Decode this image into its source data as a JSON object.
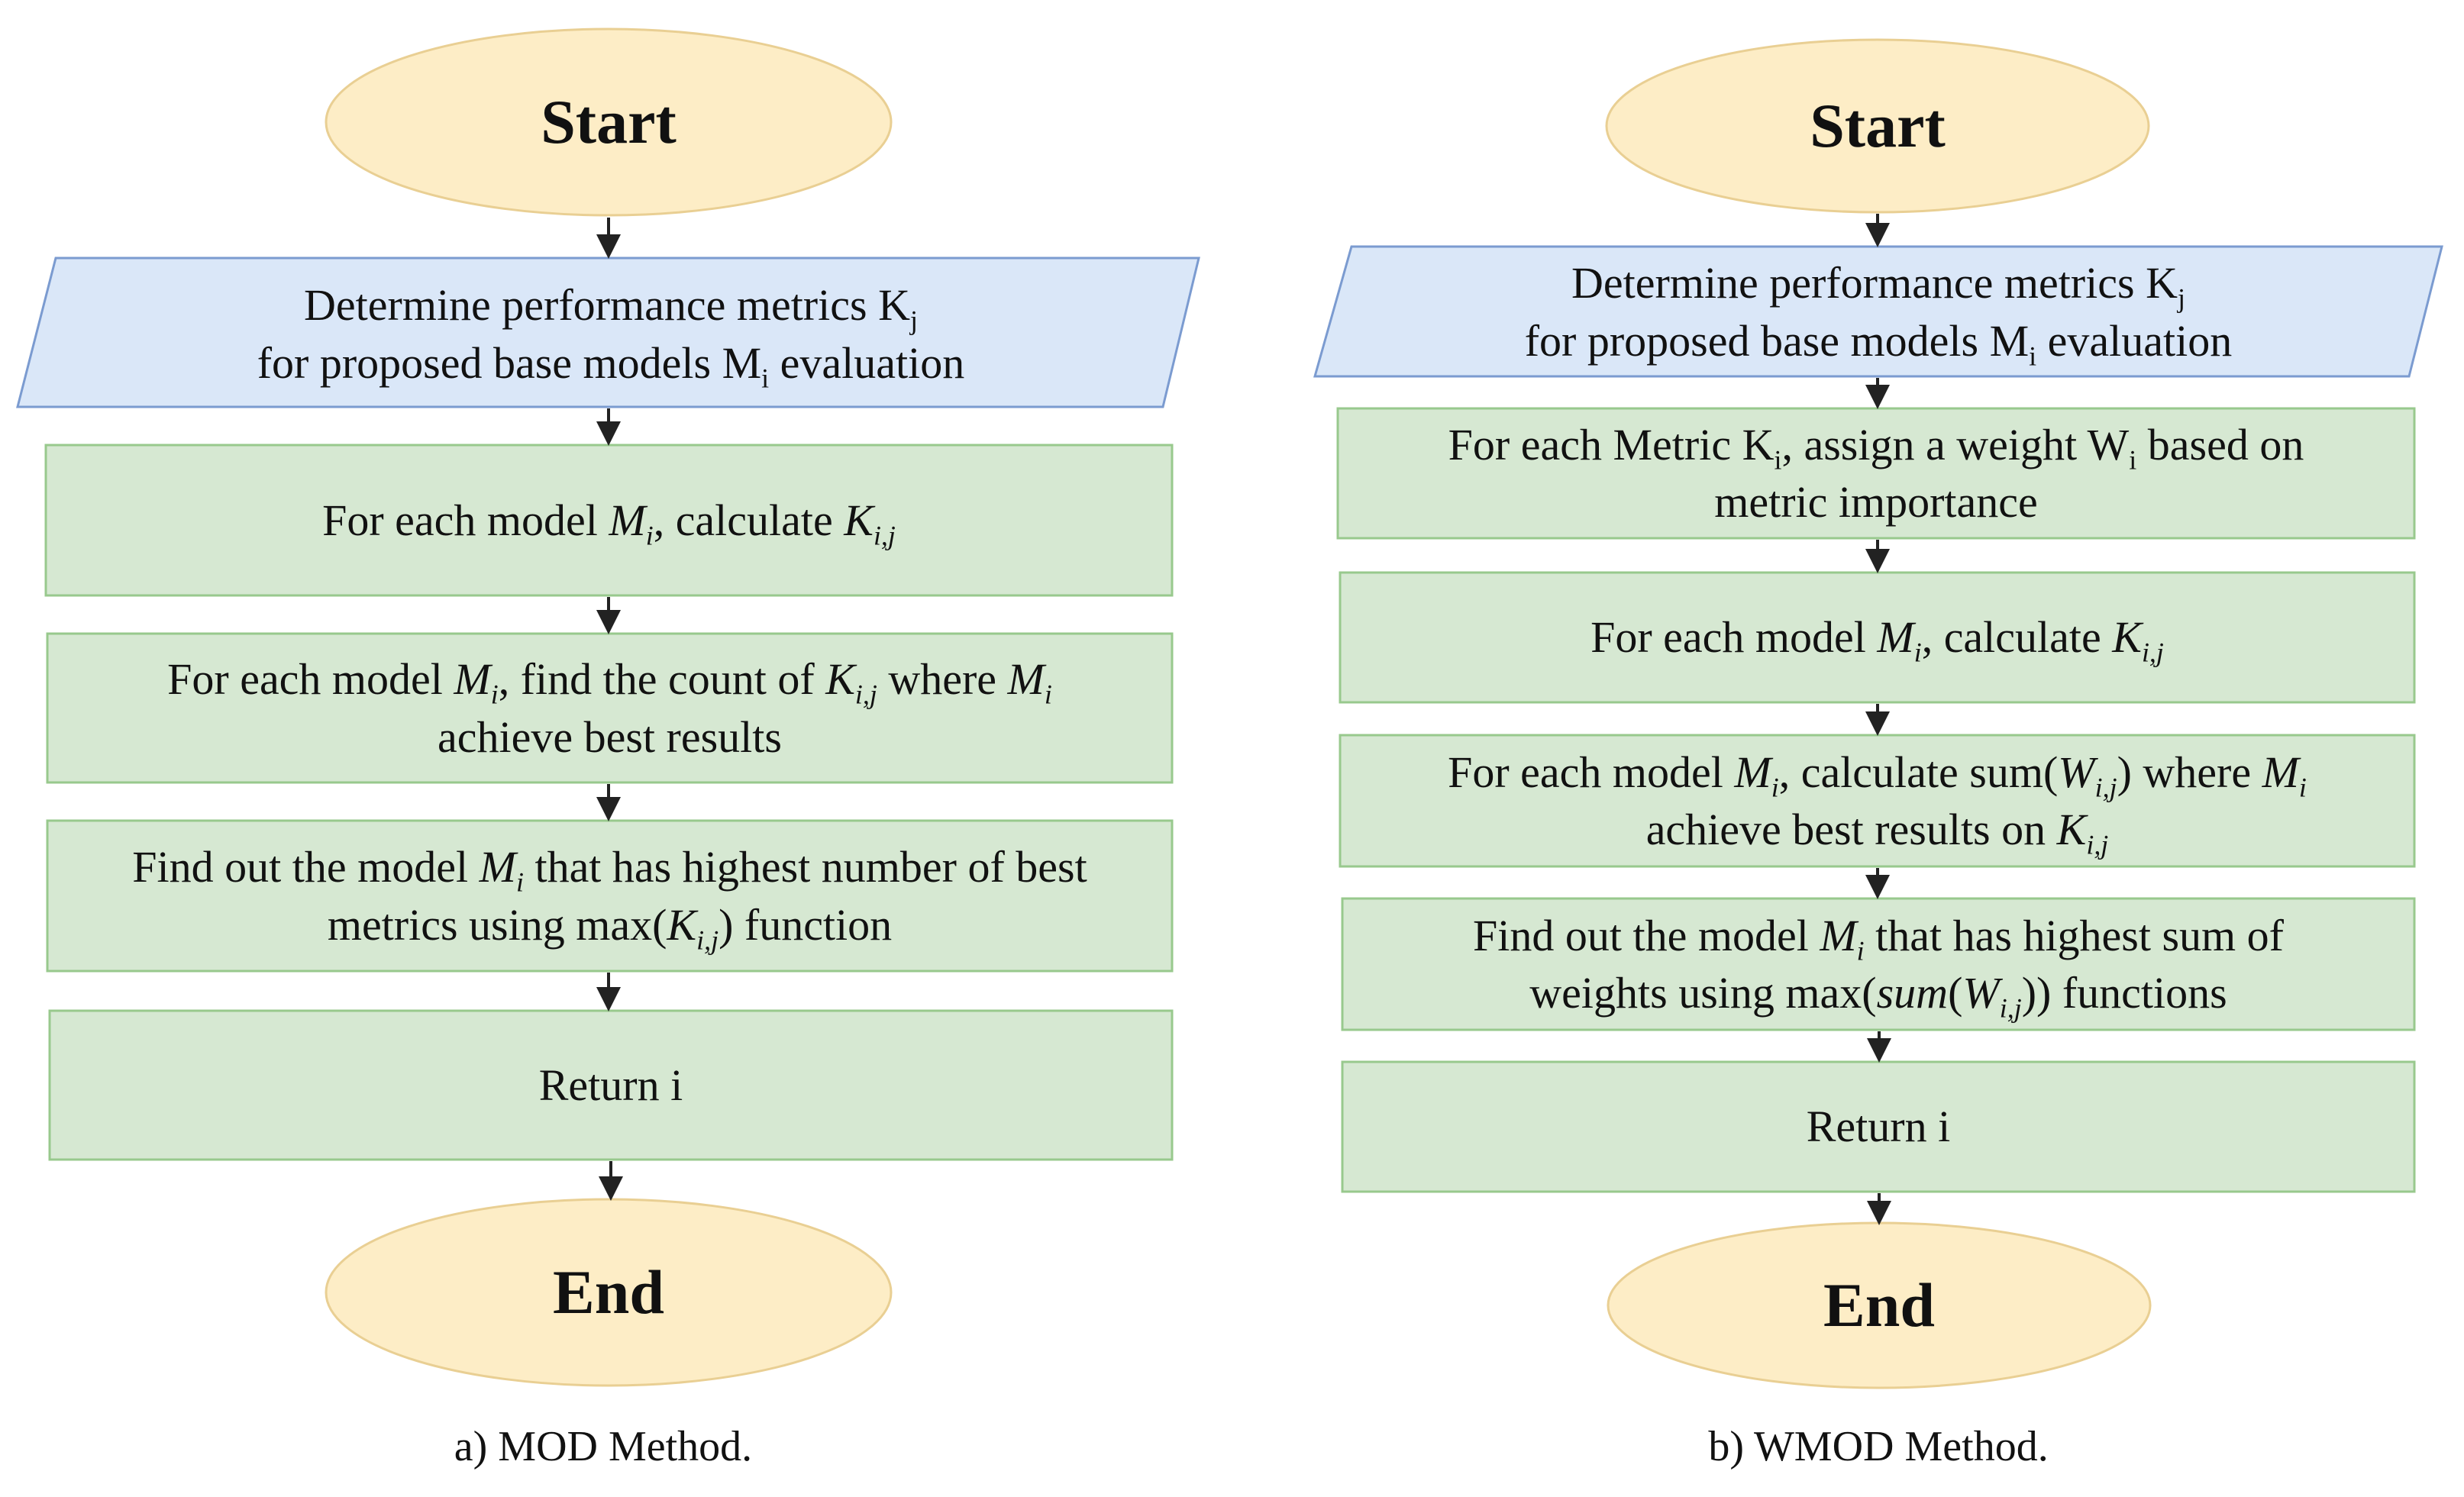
{
  "left_panel": {
    "caption": "a) MOD Method.",
    "start": "Start",
    "end": "End",
    "io": {
      "line1": "Determine performance metrics ",
      "k": "K",
      "j": "j",
      "line2": "for proposed base models ",
      "m": "M",
      "i": "i",
      "tail": " evaluation"
    },
    "step1": {
      "a": "For each model ",
      "b": ", calculate "
    },
    "step2": {
      "a": "For each model ",
      "b": ", find the count of ",
      "c": " where ",
      "d": "achieve best results"
    },
    "step3": {
      "a": "Find out the model ",
      "b": " that has highest number of best",
      "c": "metrics using max(",
      "d": ") function"
    },
    "step4": "Return i"
  },
  "right_panel": {
    "caption": "b) WMOD Method.",
    "start": "Start",
    "end": "End",
    "io": {
      "line1": "Determine performance metrics ",
      "k": "K",
      "j": "j",
      "line2": "for proposed base models ",
      "m": "M",
      "i": "i",
      "tail": " evaluation"
    },
    "step1": {
      "a": "For each Metric ",
      "b": ", assign a weight ",
      "c": " based on",
      "d": "metric importance"
    },
    "step2": {
      "a": "For each model ",
      "b": ", calculate "
    },
    "step3": {
      "a": "For each model ",
      "b": ", calculate sum(",
      "c": ") where ",
      "d": "achieve best results on "
    },
    "step4": {
      "a": "Find out the model ",
      "b": " that has highest sum of",
      "c": "weights using max(",
      "d": "sum",
      "e": "(",
      "f": ")) functions"
    },
    "step5": "Return i"
  },
  "symbols": {
    "M": "M",
    "K": "K",
    "W": "W",
    "i": "i",
    "ij": "i,j"
  }
}
